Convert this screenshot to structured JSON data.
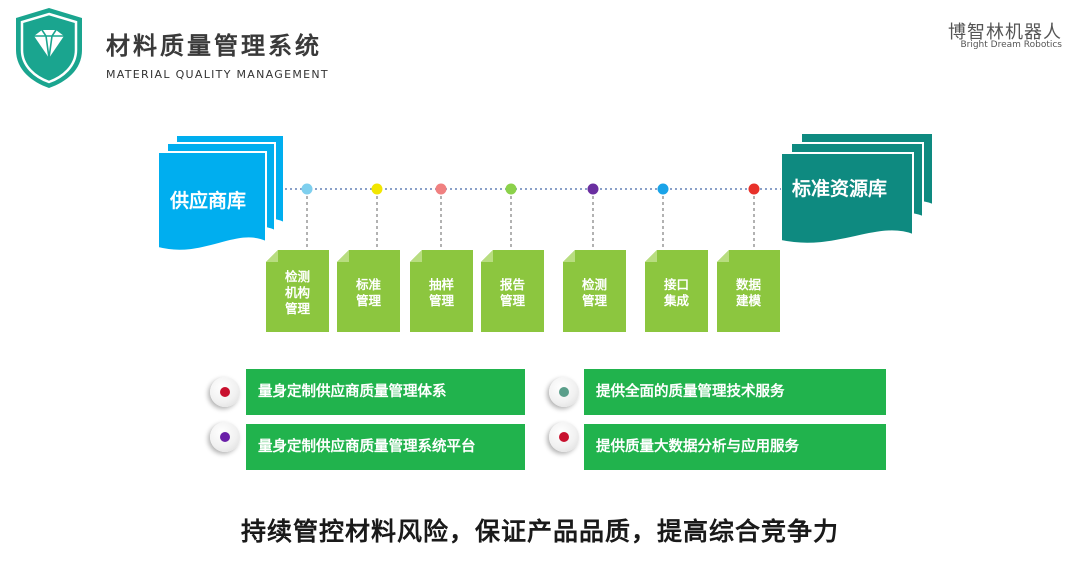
{
  "header": {
    "title_cn": "材料质量管理系统",
    "title_en": "MATERIAL QUALITY MANAGEMENT",
    "brand_cn": "博智林机器人",
    "brand_en": "Bright Dream Robotics"
  },
  "diagram": {
    "source": "供应商库",
    "target": "标准资源库",
    "steps": [
      {
        "lines": [
          "检测",
          "机构",
          "管理"
        ],
        "dot_color": "#7ecfee"
      },
      {
        "lines": [
          "标准",
          "管理"
        ],
        "dot_color": "#f2e600"
      },
      {
        "lines": [
          "抽样",
          "管理"
        ],
        "dot_color": "#f08080"
      },
      {
        "lines": [
          "报告",
          "管理"
        ],
        "dot_color": "#8bd14a"
      },
      {
        "lines": [
          "检测",
          "管理"
        ],
        "dot_color": "#6a2fa0"
      },
      {
        "lines": [
          "接口",
          "集成"
        ],
        "dot_color": "#1aa3e8"
      },
      {
        "lines": [
          "数据",
          "建模"
        ],
        "dot_color": "#e8312a"
      }
    ]
  },
  "features": [
    {
      "label": "量身定制供应商质量管理体系",
      "dot_color": "#c8102e"
    },
    {
      "label": "提供全面的质量管理技术服务",
      "dot_color": "#5a9e8a"
    },
    {
      "label": "量身定制供应商质量管理系统平台",
      "dot_color": "#6a1fa8"
    },
    {
      "label": "提供质量大数据分析与应用服务",
      "dot_color": "#c8102e"
    }
  ],
  "slogan": "持续管控材料风险，保证产品品质，提高综合竞争力",
  "colors": {
    "green": "#21b34d",
    "doc_green": "#8cc63f",
    "cyan": "#00aeef",
    "teal": "#0e8a80"
  }
}
